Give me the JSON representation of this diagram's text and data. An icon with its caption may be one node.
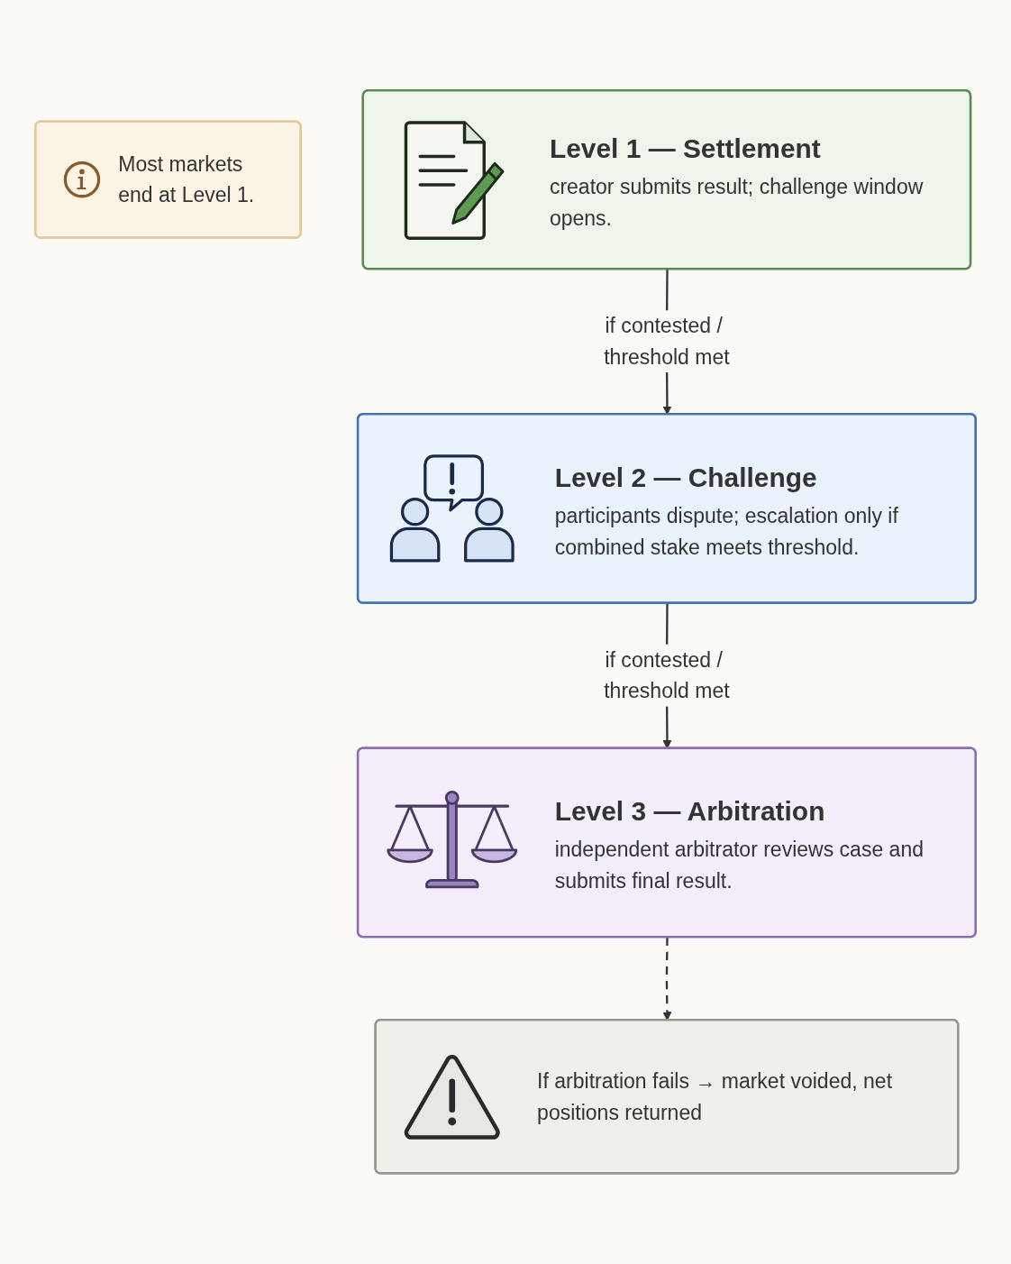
{
  "diagram": {
    "nodes": [
      {
        "text": [
          "Most markets end at Level 1."
        ]
      },
      {
        "text": [
          "Level 1 — Settlement",
          "creator submits result; challenge window opens."
        ]
      },
      {
        "text": [
          "Level 2 — Challenge",
          "participants dispute; escalation only if combined stake meets threshold."
        ]
      },
      {
        "text": [
          "Level 3 — Arbitration",
          "independent arbitrator reviews case and submits final result."
        ]
      },
      {
        "text": [
          "If arbitration fails → market voided, net positions returned"
        ]
      }
    ],
    "edges": [
      {
        "from": 1,
        "to": 2,
        "arrow": "to",
        "label": "if contested / threshold met"
      },
      {
        "from": 2,
        "to": 3,
        "arrow": "to",
        "label": "if contested / threshold met"
      },
      {
        "from": 3,
        "to": 4,
        "arrow": "to",
        "style": "dashed"
      }
    ]
  }
}
